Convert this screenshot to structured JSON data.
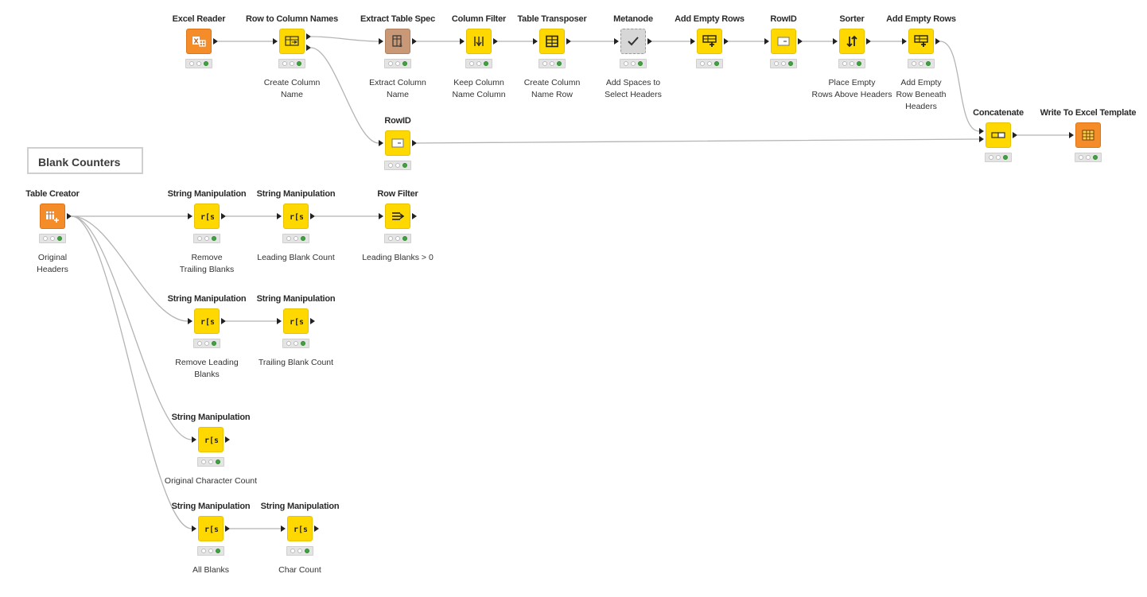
{
  "annotation": {
    "text": "Blank Counters"
  },
  "nodes": [
    {
      "id": "excel-reader",
      "title": "Excel Reader",
      "description": "",
      "color": "orange",
      "icon": "excel-reader-icon"
    },
    {
      "id": "row-to-column-names",
      "title": "Row to Column Names",
      "description": "Create Column\nName",
      "color": "yellow",
      "icon": "row-to-column-names-icon"
    },
    {
      "id": "extract-table-spec",
      "title": "Extract Table Spec",
      "description": "Extract Column\nName",
      "color": "brown",
      "icon": "table-spec-icon"
    },
    {
      "id": "column-filter",
      "title": "Column Filter",
      "description": "Keep Column\nName Column",
      "color": "yellow",
      "icon": "column-filter-icon"
    },
    {
      "id": "table-transposer",
      "title": "Table Transposer",
      "description": "Create Column\nName Row",
      "color": "yellow",
      "icon": "grid-icon"
    },
    {
      "id": "metanode",
      "title": "Metanode",
      "description": "Add Spaces to\nSelect Headers",
      "color": "gray",
      "icon": "checkmark-icon"
    },
    {
      "id": "add-empty-rows-1",
      "title": "Add Empty Rows",
      "description": "",
      "color": "yellow",
      "icon": "add-rows-icon"
    },
    {
      "id": "rowid-1",
      "title": "RowID",
      "description": "",
      "color": "yellow",
      "icon": "rowid-icon"
    },
    {
      "id": "sorter",
      "title": "Sorter",
      "description": "Place Empty\nRows Above Headers",
      "color": "yellow",
      "icon": "sort-arrows-icon"
    },
    {
      "id": "add-empty-rows-2",
      "title": "Add Empty Rows",
      "description": "Add Empty\nRow Beneath\nHeaders",
      "color": "yellow",
      "icon": "add-rows-icon"
    },
    {
      "id": "rowid-2",
      "title": "RowID",
      "description": "",
      "color": "yellow",
      "icon": "rowid-icon"
    },
    {
      "id": "concatenate",
      "title": "Concatenate",
      "description": "",
      "color": "yellow",
      "icon": "concatenate-icon"
    },
    {
      "id": "write-to-excel-template",
      "title": "Write To Excel Template",
      "description": "",
      "color": "orange",
      "icon": "excel-template-icon"
    },
    {
      "id": "table-creator",
      "title": "Table Creator",
      "description": "Original\nHeaders",
      "color": "orange",
      "icon": "table-creator-icon"
    },
    {
      "id": "strman-1",
      "title": "String Manipulation",
      "description": "Remove\nTrailing Blanks",
      "color": "yellow",
      "icon": "string-manipulation-icon"
    },
    {
      "id": "strman-2",
      "title": "String Manipulation",
      "description": "Leading Blank Count",
      "color": "yellow",
      "icon": "string-manipulation-icon"
    },
    {
      "id": "row-filter",
      "title": "Row Filter",
      "description": "Leading Blanks > 0",
      "color": "yellow",
      "icon": "row-filter-icon"
    },
    {
      "id": "strman-3",
      "title": "String Manipulation",
      "description": "Remove Leading\nBlanks",
      "color": "yellow",
      "icon": "string-manipulation-icon"
    },
    {
      "id": "strman-4",
      "title": "String Manipulation",
      "description": "Trailing Blank Count",
      "color": "yellow",
      "icon": "string-manipulation-icon"
    },
    {
      "id": "strman-5",
      "title": "String Manipulation",
      "description": "Original Character Count",
      "color": "yellow",
      "icon": "string-manipulation-icon"
    },
    {
      "id": "strman-6",
      "title": "String Manipulation",
      "description": "All Blanks",
      "color": "yellow",
      "icon": "string-manipulation-icon"
    },
    {
      "id": "strman-7",
      "title": "String Manipulation",
      "description": "Char Count",
      "color": "yellow",
      "icon": "string-manipulation-icon"
    }
  ],
  "connections": [
    [
      "excel-reader",
      "row-to-column-names"
    ],
    [
      "row-to-column-names",
      "extract-table-spec"
    ],
    [
      "row-to-column-names",
      "rowid-2"
    ],
    [
      "extract-table-spec",
      "column-filter"
    ],
    [
      "column-filter",
      "table-transposer"
    ],
    [
      "table-transposer",
      "metanode"
    ],
    [
      "metanode",
      "add-empty-rows-1"
    ],
    [
      "add-empty-rows-1",
      "rowid-1"
    ],
    [
      "rowid-1",
      "sorter"
    ],
    [
      "sorter",
      "add-empty-rows-2"
    ],
    [
      "add-empty-rows-2",
      "concatenate"
    ],
    [
      "rowid-2",
      "concatenate"
    ],
    [
      "concatenate",
      "write-to-excel-template"
    ],
    [
      "table-creator",
      "strman-1"
    ],
    [
      "table-creator",
      "strman-3"
    ],
    [
      "table-creator",
      "strman-5"
    ],
    [
      "table-creator",
      "strman-6"
    ],
    [
      "strman-1",
      "strman-2"
    ],
    [
      "strman-2",
      "row-filter"
    ],
    [
      "strman-3",
      "strman-4"
    ],
    [
      "strman-6",
      "strman-7"
    ]
  ],
  "colors": {
    "yellow": "#ffd800",
    "orange": "#f58c2a",
    "brown": "#c99876",
    "gray": "#d7d7d7",
    "wire": "#b4b4b4",
    "status_ok": "#3fa440"
  }
}
